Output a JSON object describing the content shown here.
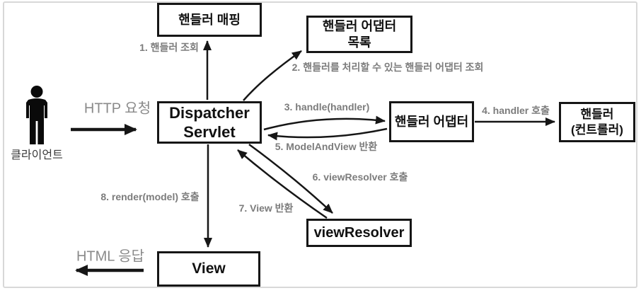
{
  "diagram": {
    "title_hint": "Spring MVC DispatcherServlet request flow",
    "colors": {
      "box_border": "#161616",
      "arrow": "#161616",
      "step_label": "#7c7c7c",
      "io_label": "#8a8a8a",
      "frame_border": "#d8d8d8",
      "background": "#ffffff"
    },
    "client": {
      "label": "클라이언트",
      "icon": "person-icon"
    },
    "io": {
      "request": "HTTP 요청",
      "response": "HTML 응답"
    },
    "boxes": {
      "handler_mapping": "핸들러 매핑",
      "handler_adapter_list": "핸들러 어댑터\n목록",
      "dispatcher_servlet": "Dispatcher\nServlet",
      "handler_adapter": "핸들러 어댑터",
      "handler_controller": "핸들러\n(컨트롤러)",
      "view_resolver": "viewResolver",
      "view": "View"
    },
    "steps": {
      "s1": "1. 핸들러 조회",
      "s2": "2. 핸들러를 처리할 수 있는 핸들러 어댑터 조회",
      "s3": "3. handle(handler)",
      "s4": "4. handler 호출",
      "s5": "5. ModelAndView 반환",
      "s6": "6. viewResolver 호출",
      "s7": "7. View 반환",
      "s8": "8. render(model) 호출"
    }
  }
}
